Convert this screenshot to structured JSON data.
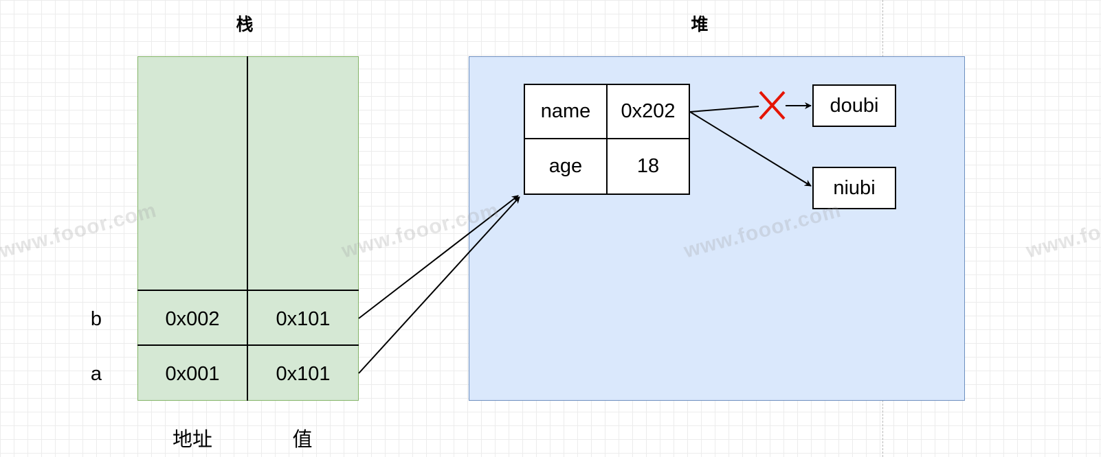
{
  "titles": {
    "stack": "栈",
    "heap": "堆"
  },
  "stack": {
    "rows": [
      {
        "var": "b",
        "address": "0x002",
        "value": "0x101"
      },
      {
        "var": "a",
        "address": "0x001",
        "value": "0x101"
      }
    ],
    "footer": {
      "address": "地址",
      "value": "值"
    }
  },
  "heap": {
    "object": [
      {
        "key": "name",
        "value": "0x202"
      },
      {
        "key": "age",
        "value": "18"
      }
    ],
    "strings": {
      "old": "doubi",
      "new": "niubi"
    }
  },
  "watermark": "www.fooor.com",
  "colors": {
    "stack_fill": "#d5e8d4",
    "stack_border": "#82b366",
    "heap_fill": "#dae8fc",
    "heap_border": "#6c8ebf",
    "cross": "#e51400"
  }
}
